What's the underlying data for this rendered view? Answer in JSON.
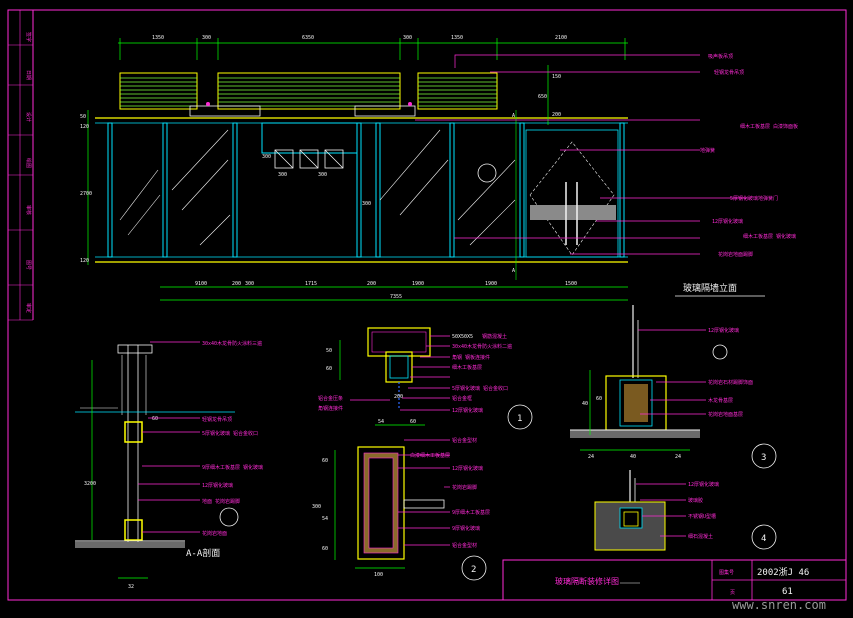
{
  "frame": {
    "side_labels": [
      "签字",
      "日期",
      "设计",
      "绘图",
      "审核",
      "图号",
      "审定",
      "制图"
    ]
  },
  "elevation": {
    "title": "玻璃隔墙立面",
    "top_dims": [
      "1350",
      "300",
      "6350",
      "300",
      "1350",
      "2100"
    ],
    "bottom_dims": [
      "9100",
      "200",
      "300",
      "1715",
      "200",
      "1900",
      "1900",
      "1500"
    ],
    "total_dim": "7355",
    "left_dims": [
      "50",
      "120",
      "2700",
      "120"
    ],
    "mid_dims": [
      "300",
      "300",
      "300",
      "300"
    ],
    "right_dims": [
      "150",
      "650",
      "200"
    ],
    "notes": [
      "吸声板吊顶",
      "轻钢龙骨吊顶",
      "细木工板基层 白漆饰面板",
      "地弹簧",
      "5厚钢化玻璃地弹簧门",
      "12厚钢化玻璃",
      "细木工板基层 钢化玻璃",
      "花岗岩地面踢脚"
    ],
    "section_marker": "A"
  },
  "detail_aa": {
    "title": "A-A剖面",
    "top_note": "30x40木龙骨防火涂料三遍",
    "dims": [
      "3200",
      "60",
      "32"
    ],
    "notes": [
      "轻钢龙骨吊顶",
      "5厚钢化玻璃 铝合金收口",
      "9厚细木工板基层 钢化玻璃",
      "12厚钢化玻璃",
      "地面 花岗岩踢脚",
      "花岗岩地面"
    ]
  },
  "detail_1": {
    "number": "1",
    "top_labels": [
      "50X50X5",
      "30x40木龙骨防火涂料二遍"
    ],
    "dims": [
      "50",
      "60",
      "200",
      "54",
      "60"
    ],
    "left_notes": [
      "铝合金压条",
      "角钢连接件"
    ],
    "notes": [
      "钢筋混凝土",
      "角钢 钢板连接件",
      "细木工板基层",
      "5厚钢化玻璃 铝合金收口",
      "铝合金框",
      "12厚钢化玻璃"
    ]
  },
  "detail_2": {
    "number": "2",
    "dims": [
      "60",
      "300",
      "54",
      "60",
      "100"
    ],
    "notes": [
      "铝合金型材",
      "白漆细木工板基层",
      "12厚钢化玻璃",
      "花岗岩踢脚",
      "9厚细木工板基层",
      "9厚钢化玻璃",
      "铝合金型材"
    ]
  },
  "detail_3": {
    "number": "3",
    "dims": [
      "40",
      "24",
      "40",
      "24",
      "60"
    ],
    "notes": [
      "12厚钢化玻璃",
      "花岗岩石材踢脚饰面",
      "木龙骨基层",
      "花岗岩地面基层"
    ]
  },
  "detail_4": {
    "number": "4",
    "notes": [
      "12厚钢化玻璃",
      "玻璃胶",
      "不锈钢U型槽",
      "细石混凝土"
    ]
  },
  "title_block": {
    "drawing_title": "玻璃隔断装修详图",
    "label_number": "图集号",
    "set_number": "2002浙J 46",
    "label_page": "页",
    "page": "61"
  },
  "watermark": "www.snren.com",
  "colors": {
    "background": "#000000",
    "frame": "#ff2bd6",
    "dimension": "#00ff00",
    "structure": "#00e5ff",
    "detail": "#ffff00",
    "glass": "#2fa6a6"
  }
}
